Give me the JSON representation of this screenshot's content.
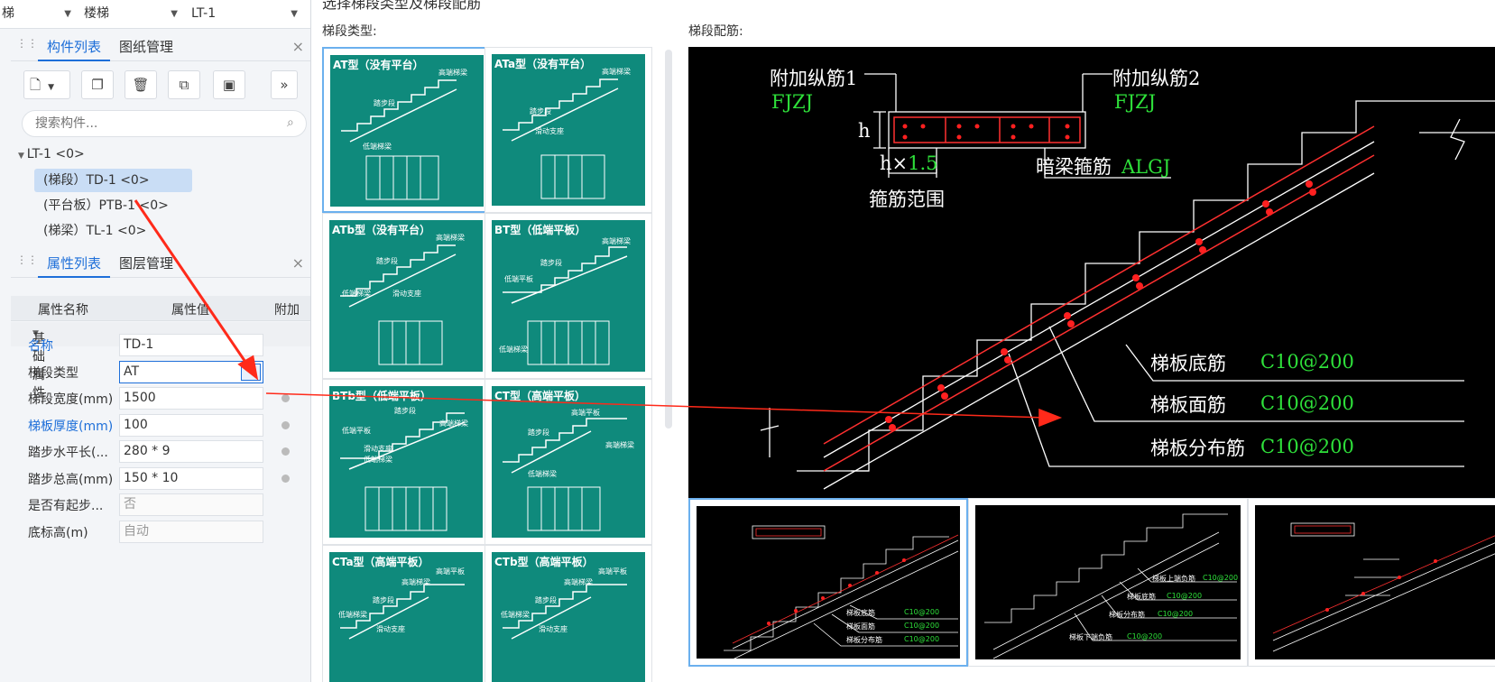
{
  "topbar": {
    "fragment": "梯",
    "category": "楼梯",
    "instance": "LT-1"
  },
  "component_panel": {
    "tabs": [
      "构件列表",
      "图纸管理"
    ],
    "search_placeholder": "搜索构件...",
    "tree": {
      "root": "LT-1 <0>",
      "children": [
        "(梯段）TD-1 <0>",
        "(平台板）PTB-1 <0>",
        "(梯梁）TL-1 <0>"
      ]
    }
  },
  "property_panel": {
    "tabs": [
      "属性列表",
      "图层管理"
    ],
    "columns": [
      "属性名称",
      "属性值",
      "附加"
    ],
    "group": "基础属性",
    "rows": [
      {
        "name": "名称",
        "value": "TD-1"
      },
      {
        "name": "梯段类型",
        "value": "AT"
      },
      {
        "name": "梯段宽度(mm)",
        "value": "1500"
      },
      {
        "name": "梯板厚度(mm)",
        "value": "100"
      },
      {
        "name": "踏步水平长(...",
        "value": "280 * 9"
      },
      {
        "name": "踏步总高(mm)",
        "value": "150 * 10"
      },
      {
        "name": "是否有起步...",
        "value": "否"
      },
      {
        "name": "底标高(m)",
        "value": "自动"
      }
    ]
  },
  "dialog": {
    "title": "选择梯段类型及梯段配筋",
    "type_label": "梯段类型:",
    "rebar_label": "梯段配筋:",
    "types": [
      {
        "title": "AT型（没有平台）",
        "tags": [
          "高端梯梁",
          "踏步段",
          "低端梯梁"
        ]
      },
      {
        "title": "ATa型（没有平台）",
        "tags": [
          "高端梯梁",
          "踏步段",
          "滑动支座"
        ]
      },
      {
        "title": "ATb型（没有平台）",
        "tags": [
          "高端梯梁",
          "踏步段",
          "滑动支座",
          "低端梯梁"
        ]
      },
      {
        "title": "BT型（低端平板）",
        "tags": [
          "高端梯梁",
          "踏步段",
          "低端平板",
          "低端梯梁"
        ]
      },
      {
        "title": "BTb型（低端平板）",
        "tags": [
          "踏步段",
          "低端平板",
          "高端梯梁",
          "滑动支座",
          "低端梯梁"
        ]
      },
      {
        "title": "CT型（高端平板）",
        "tags": [
          "高端平板",
          "踏步段",
          "高端梯梁",
          "低端梯梁"
        ]
      },
      {
        "title": "CTa型（高端平板）",
        "tags": [
          "高端平板",
          "高端梯梁",
          "踏步段",
          "低端梯梁",
          "滑动支座"
        ]
      },
      {
        "title": "CTb型（高端平板）",
        "tags": [
          "高端平板",
          "高端梯梁",
          "踏步段",
          "低端梯梁",
          "滑动支座"
        ]
      }
    ],
    "preview": {
      "fj1": "附加纵筋1",
      "fj1_code": "FJZJ",
      "fj2": "附加纵筋2",
      "fj2_code": "FJZJ",
      "h": "h",
      "h15_a": "h×",
      "h15_b": "1.5",
      "stirrup_range": "箍筋范围",
      "algj": "暗梁箍筋",
      "algj_code": "ALGJ",
      "bottom": "梯板底筋",
      "bottom_val": "C10@200",
      "top": "梯板面筋",
      "top_val": "C10@200",
      "dist": "梯板分布筋",
      "dist_val": "C10@200"
    },
    "variants": [
      {
        "label": "",
        "notes": [
          "梯板底筋",
          "梯板面筋",
          "梯板分布筋"
        ],
        "values": [
          "C10@200",
          "C10@200",
          "C10@200"
        ]
      },
      {
        "label": "",
        "notes": [
          "梯板上端负筋",
          "梯板底筋",
          "梯板分布筋",
          "梯板下端负筋"
        ],
        "values": [
          "C10@200",
          "C10@200",
          "C10@200",
          "C10@200"
        ]
      },
      {
        "label": "",
        "notes": [],
        "values": []
      }
    ]
  },
  "colors": {
    "accent": "#1e6fd9",
    "thumb_bg": "#0f8a7c",
    "cad_green": "#2ee03a",
    "annotation_arrow": "#ff2a1a"
  }
}
